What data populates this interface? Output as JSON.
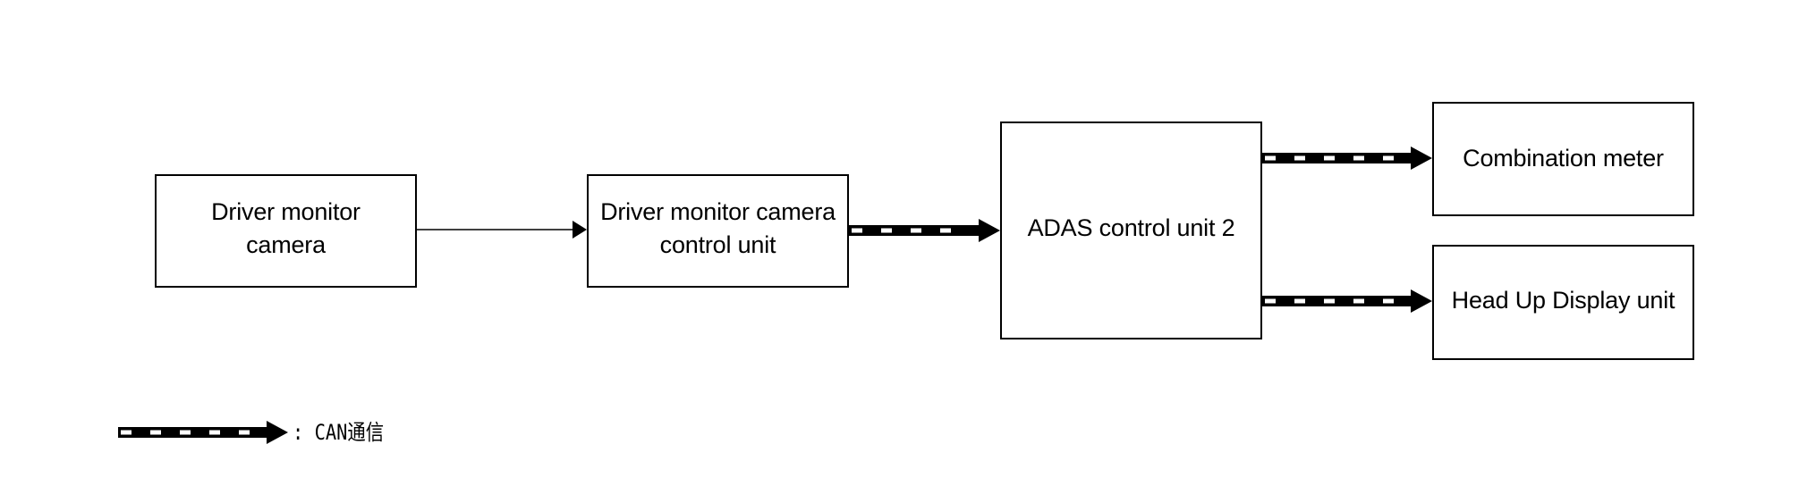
{
  "diagram": {
    "nodes": [
      {
        "id": "camera",
        "label_lines": [
          "Driver monitor",
          "camera"
        ]
      },
      {
        "id": "dmc",
        "label_lines": [
          "Driver monitor camera",
          "control unit"
        ]
      },
      {
        "id": "adas",
        "label_lines": [
          "ADAS control unit 2"
        ]
      },
      {
        "id": "meter",
        "label_lines": [
          "Combination meter"
        ]
      },
      {
        "id": "hud",
        "label_lines": [
          "Head Up Display unit"
        ]
      }
    ],
    "edges": [
      {
        "from": "camera",
        "to": "dmc",
        "type": "signal"
      },
      {
        "from": "dmc",
        "to": "adas",
        "type": "CAN"
      },
      {
        "from": "adas",
        "to": "meter",
        "type": "CAN"
      },
      {
        "from": "adas",
        "to": "hud",
        "type": "CAN"
      }
    ],
    "legend": {
      "symbol": "can-arrow-icon",
      "separator": ":",
      "label": "CAN通信",
      "text": ":  CAN通信"
    }
  },
  "colors": {
    "line": "#000000",
    "background": "#ffffff"
  }
}
